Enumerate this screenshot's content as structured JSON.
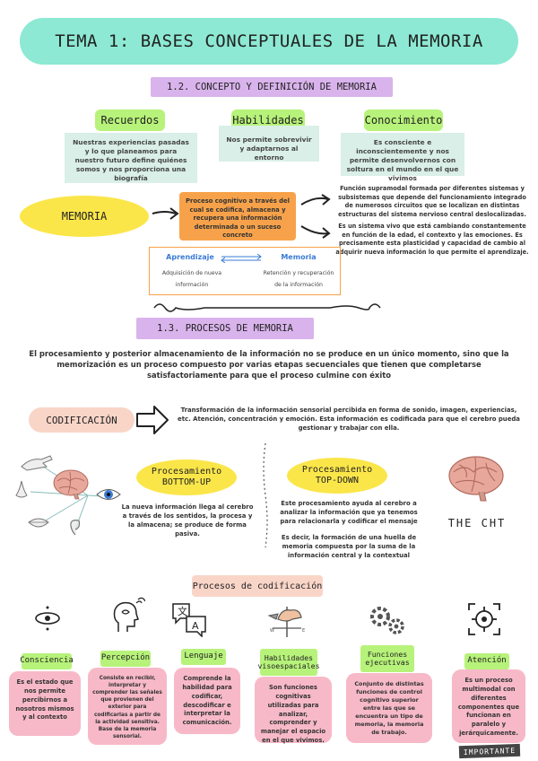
{
  "title": "TEMA 1: BASES CONCEPTUALES DE LA MEMORIA",
  "section1": {
    "heading": "1.2. CONCEPTO Y DEFINICIÓN DE MEMORIA",
    "recuerdos": {
      "label": "Recuerdos",
      "text": "Nuestras experiencias pasadas y lo que planeamos para nuestro futuro define quiénes somos y nos proporciona una biografía"
    },
    "habilidades": {
      "label": "Habilidades",
      "text": "Nos permite sobrevivir y adaptarnos al entorno"
    },
    "conocimiento": {
      "label": "Conocimiento",
      "text": "Es consciente e inconscientemente y nos permite desenvolvernos con soltura en el mundo en el que vivimos"
    },
    "memoria_label": "MEMORIA",
    "definition": "Proceso cognitivo a través del cual se codifica, almacena y recupera una información determinada o un suceso concreto",
    "right_text_1": "Función supramodal formada por diferentes sistemas y subsistemas que depende del funcionamiento integrado de numerosos circuitos que se localizan en distintas estructuras del sistema nervioso central deslocalizadas.",
    "right_text_2": "Es un sistema vivo que está cambiando constantemente en función de la edad, el contexto y las emociones. Es precisamente esta plasticidad y capacidad de cambio al adquirir nueva información lo que permite el aprendizaje.",
    "aprendizaje": {
      "label": "Aprendizaje",
      "text_1": "Adquisición de nueva",
      "text_2": "información"
    },
    "memoria_box": {
      "label": "Memoria",
      "text_1": "Retención y recuperación",
      "text_2": "de la información"
    }
  },
  "section2": {
    "heading": "1.3. PROCESOS DE MEMORIA",
    "intro": "El procesamiento y posterior almacenamiento de la información no se produce en un único momento, sino que la memorización es un proceso compuesto por varias etapas secuenciales que tienen que completarse satisfactoriamente para que el proceso culmine con éxito",
    "codificacion": {
      "label": "CODIFICACIÓN",
      "text": "Transformación de la información sensorial percibida en forma de sonido, imagen, experiencias, etc. Atención, concentración y emoción. Esta información es codificada para que el cerebro pueda gestionar y trabajar con ella."
    },
    "bottom_up": {
      "label_1": "Procesamiento",
      "label_2": "BOTTOM-UP",
      "text": "La nueva información llega al cerebro a través de los sentidos, la procesa y la almacena; se produce de forma pasiva."
    },
    "top_down": {
      "label_1": "Procesamiento",
      "label_2": "TOP-DOWN",
      "text_1": "Este procesamiento ayuda al cerebro a analizar la información que ya tenemos para relacionarla y codificar el mensaje",
      "text_2": "Es decir, la formación de una huella de memoria compuesta por la suma de la información central y la contextual"
    },
    "the_cat": "THE CHT"
  },
  "section3": {
    "heading": "Procesos de codificación",
    "items": [
      {
        "label": "Consciencia",
        "text": "Es el estado que nos permite percibirnos a nosotros mismos y al contexto",
        "icon": "eye-dots-icon"
      },
      {
        "label": "Percepción",
        "text": "Consiste en recibir, interpretar y comprender las señales que provienen del exterior para codificarlas a partir de la actividad sensitiva. Base de la memoria sensorial.",
        "icon": "head-signal-icon"
      },
      {
        "label": "Lenguaje",
        "text": "Comprende la habilidad para codificar, descodificar e interpretar la comunicación.",
        "icon": "translate-icon"
      },
      {
        "label": "Habilidades visoespaciales",
        "text": "Son funciones cognitivas utilizadas para analizar, comprender y manejar el espacio en el que vivimos.",
        "icon": "weathervane-icon"
      },
      {
        "label": "Funciones ejecutivas",
        "text": "Conjunto de distintas funciones de control cognitivo superior entre las que se encuentra un tipo de memoria, la memoria de trabajo.",
        "icon": "gears-icon"
      },
      {
        "label": "Atención",
        "text": "Es un proceso multimodal con diferentes componentes que funcionan en paralelo y jerárquicamente.",
        "icon": "target-icon"
      }
    ],
    "importante": "IMPORTANTE"
  }
}
